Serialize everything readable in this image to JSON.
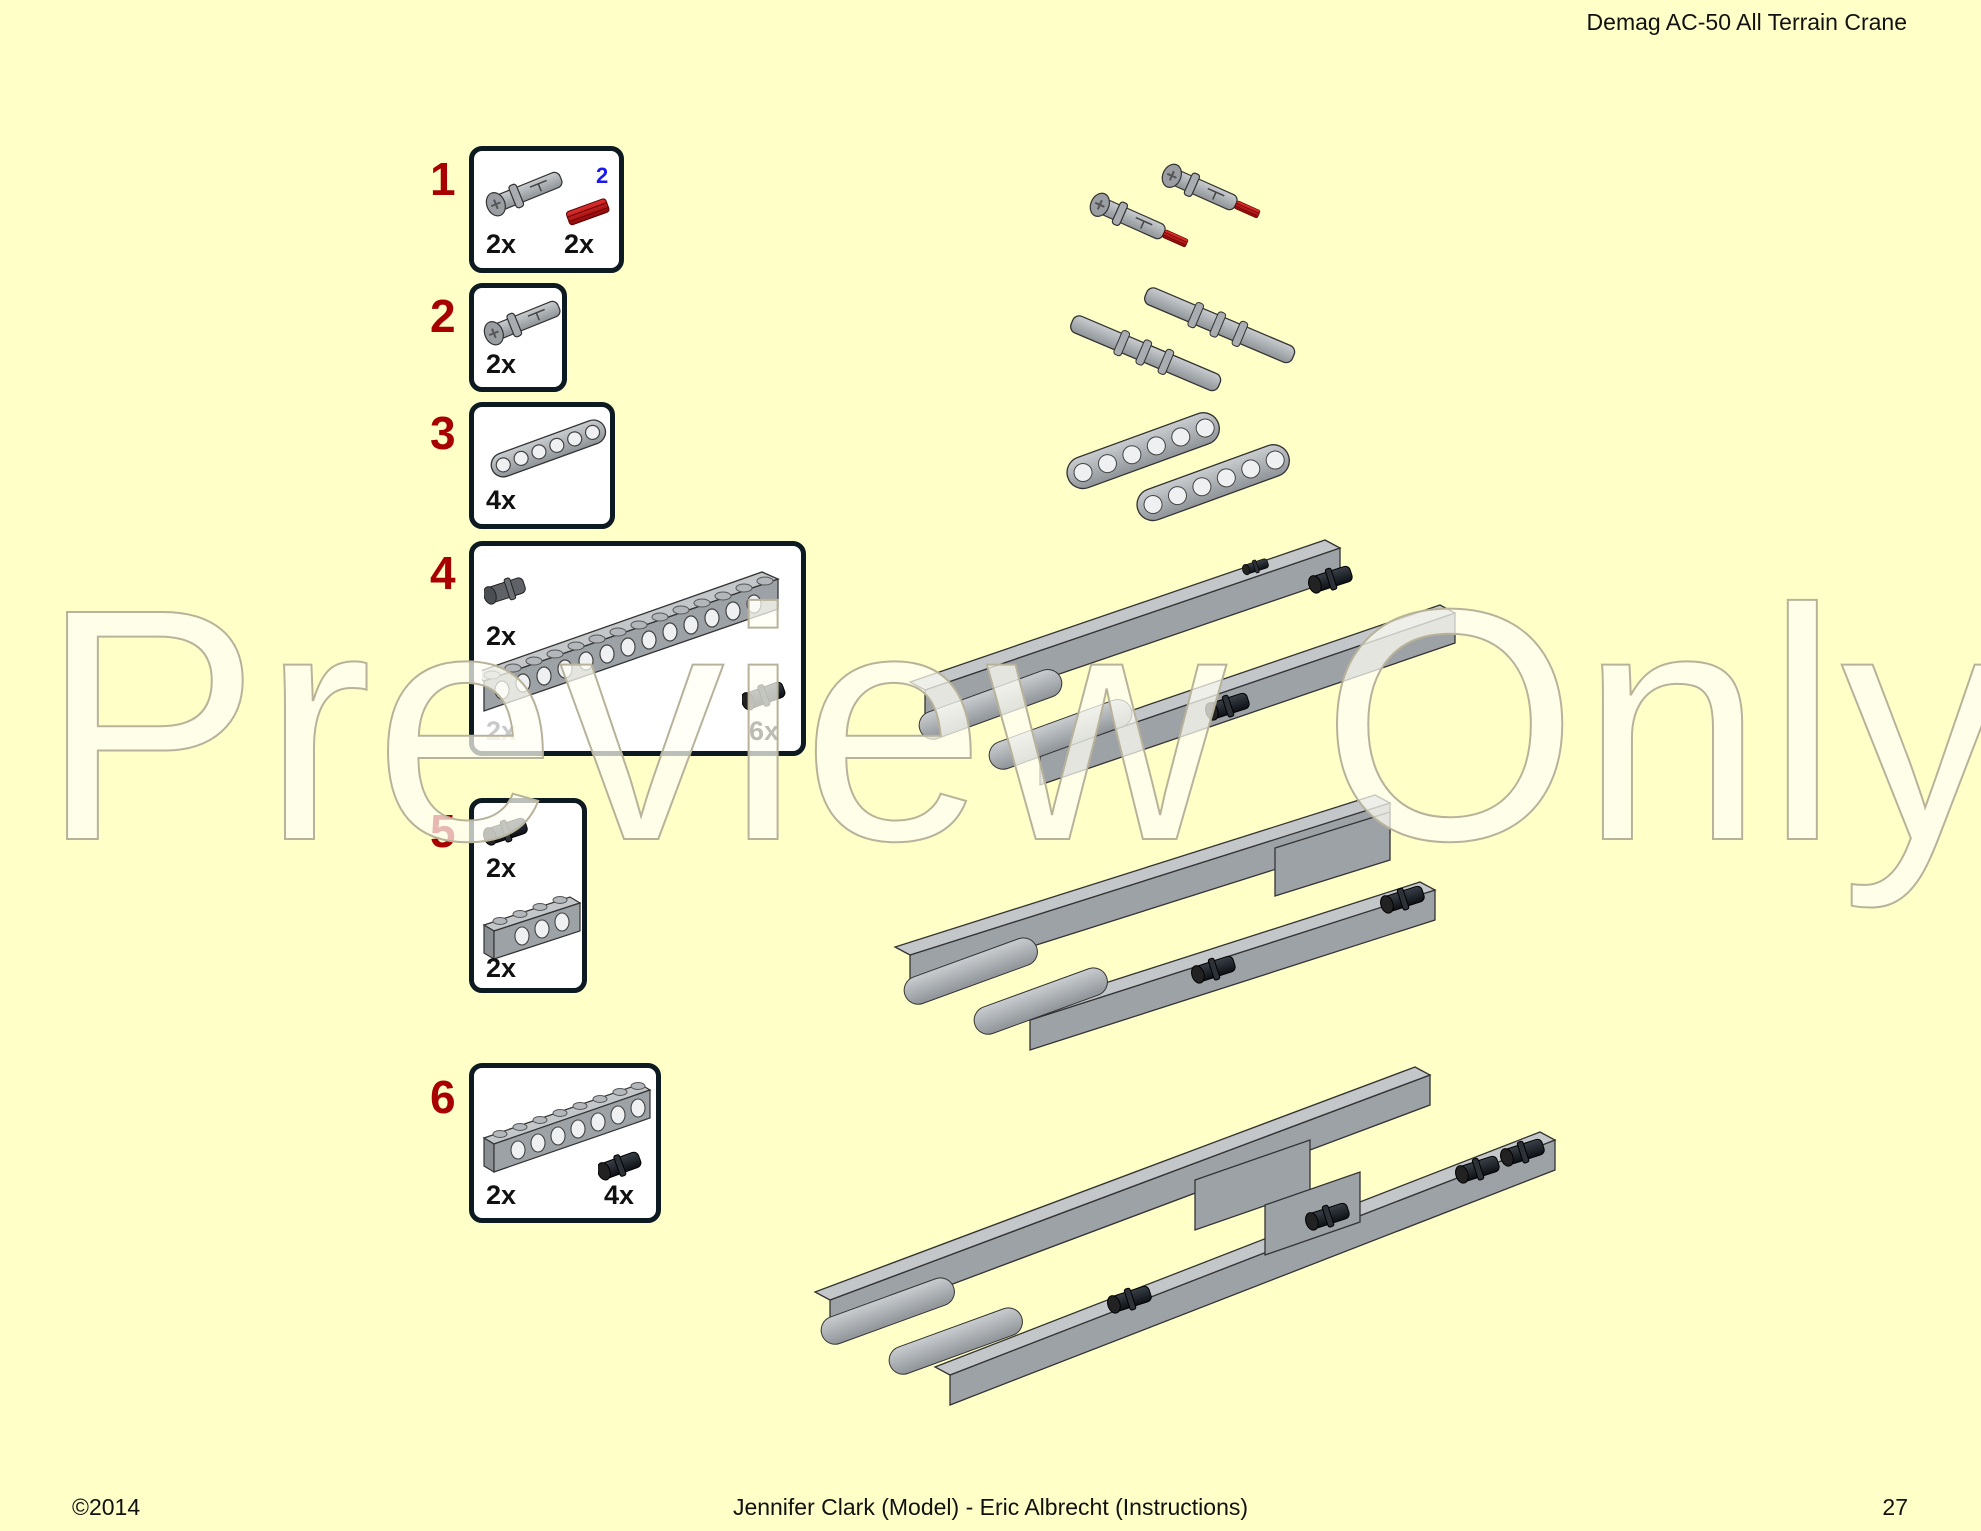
{
  "header": {
    "title": "Demag AC-50 All Terrain Crane"
  },
  "footer": {
    "copyright": "©2014",
    "credits": "Jennifer Clark (Model) - Eric Albrecht (Instructions)",
    "page_number": "27"
  },
  "watermark": "Preview Only",
  "colors": {
    "background": "#ffffc8",
    "step_number": "#a80000",
    "box_border": "#0e1a22",
    "sub_count": "#1a1aee",
    "part_light_gray": "#a0a5a9",
    "part_red": "#c41010",
    "part_black": "#1b2026"
  },
  "steps": [
    {
      "number": "1",
      "parts": [
        {
          "icon": "long-pin-with-bushing-icon",
          "qty": "2x"
        },
        {
          "icon": "red-axle-icon",
          "qty": "2x",
          "sub_count": "2"
        }
      ]
    },
    {
      "number": "2",
      "parts": [
        {
          "icon": "long-pin-with-bushing-icon",
          "qty": "2x"
        }
      ]
    },
    {
      "number": "3",
      "parts": [
        {
          "icon": "liftarm-6-icon",
          "qty": "4x"
        }
      ]
    },
    {
      "number": "4",
      "parts": [
        {
          "icon": "dark-gray-pin-icon",
          "qty": "2x"
        },
        {
          "icon": "technic-brick-1x14-icon",
          "qty": "2x"
        },
        {
          "icon": "black-pin-icon",
          "qty": "6x"
        }
      ]
    },
    {
      "number": "5",
      "parts": [
        {
          "icon": "black-half-pin-icon",
          "qty": "2x"
        },
        {
          "icon": "technic-brick-1x4-icon",
          "qty": "2x"
        }
      ]
    },
    {
      "number": "6",
      "parts": [
        {
          "icon": "technic-brick-1x8-icon",
          "qty": "2x"
        },
        {
          "icon": "black-pin-icon",
          "qty": "4x"
        }
      ]
    }
  ]
}
